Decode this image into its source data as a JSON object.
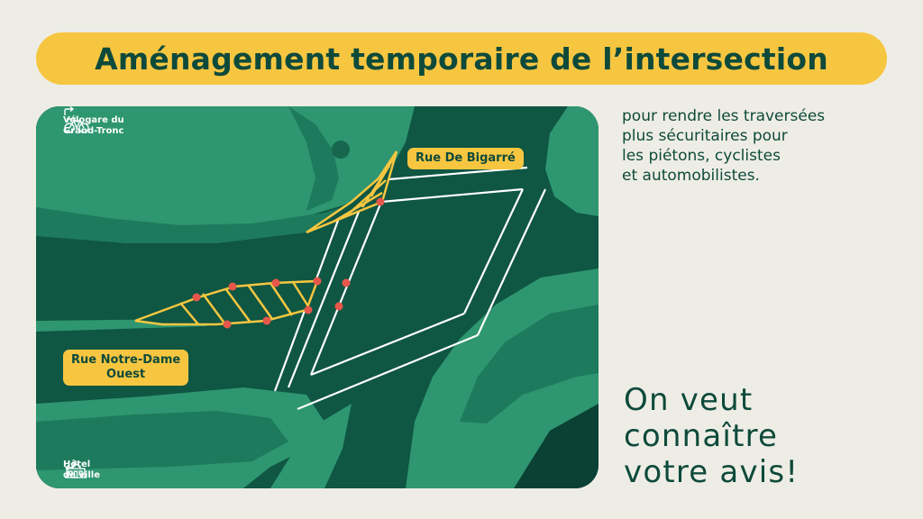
{
  "title": "Aménagement temporaire de l’intersection",
  "description_lines": [
    "pour rendre les traversées",
    "plus sécuritaires pour",
    "les piétons, cyclistes",
    "et automobilistes."
  ],
  "cta_lines": [
    "On veut",
    "connaître",
    "votre avis!"
  ],
  "map": {
    "street_labels": {
      "rue_de_bigarre": "Rue De Bigarré",
      "notre_dame_line1": "Rue Notre-Dame",
      "notre_dame_line2": "Ouest"
    },
    "velogare_line1": "Vélogare du",
    "velogare_line2": "Grand-Tronc",
    "hotel_line1": "Hôtel",
    "hotel_line2": "de ville",
    "icons": [
      "bicycle-icon",
      "arrow-turn-right-icon",
      "building-icon",
      "arrow-turn-left-icon"
    ]
  },
  "colors": {
    "background": "#EEEDE5",
    "accent_yellow": "#F7C640",
    "dark_green": "#0E4A3B",
    "map_base": "#0F5643",
    "map_light": "#2E9670",
    "marker_red": "#E5574A"
  }
}
